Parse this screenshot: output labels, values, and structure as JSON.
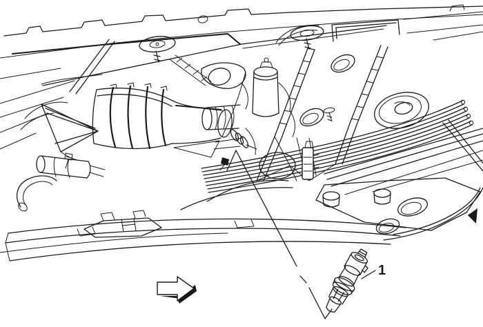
{
  "figure": {
    "type": "technical-line-illustration",
    "subject": "vehicle-underbody-viewed-from-below",
    "background_color": "#ffffff",
    "line_color": "#1a1a1a",
    "callout_1": {
      "label": "1",
      "points_to": "sensor-part"
    },
    "icons": {
      "direction_arrow": "right-arrow-hollow-with-shadow",
      "leader_arrowhead": "open-caret-up"
    }
  }
}
